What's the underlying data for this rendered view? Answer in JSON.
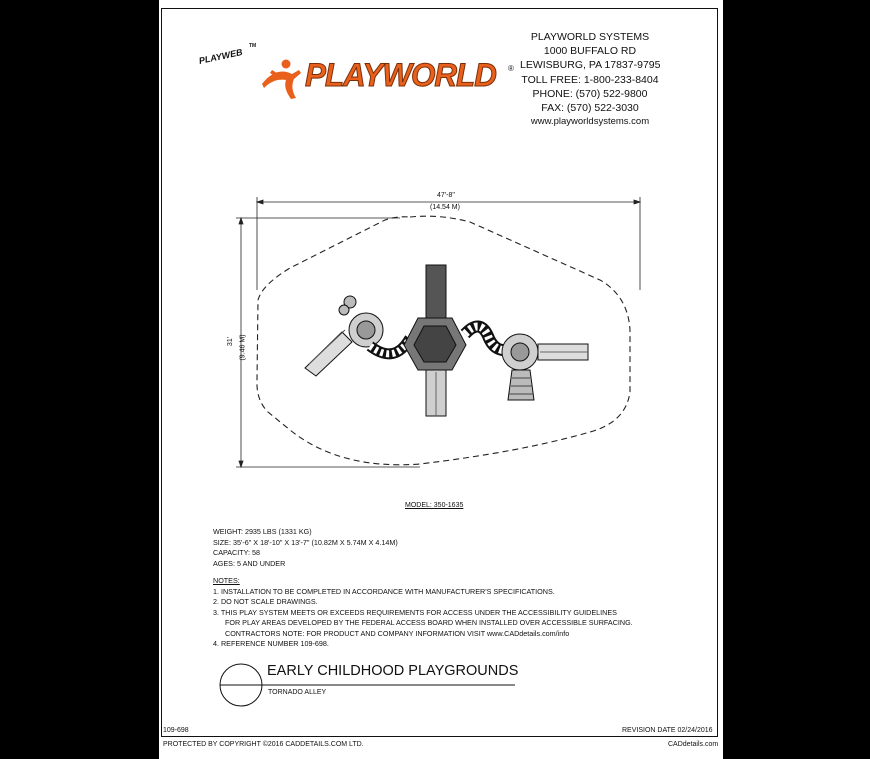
{
  "brand": {
    "playweb": "PLAYWEB",
    "tm": "TM",
    "name": "PLAYWORLD",
    "reg": "®",
    "color": "#e8601c"
  },
  "address": {
    "company": "PLAYWORLD SYSTEMS",
    "street": "1000 BUFFALO RD",
    "city": "LEWISBURG, PA 17837-9795",
    "toll_free": "TOLL FREE: 1-800-233-8404",
    "phone": "PHONE: (570) 522-9800",
    "fax": "FAX: (570) 522-3030",
    "web": "www.playworldsystems.com"
  },
  "plan": {
    "width_imperial": "47'-8\"",
    "width_metric": "(14.54 M)",
    "height_imperial": "31'",
    "height_metric": "(9.46 M)",
    "model": "MODEL: 350-1635"
  },
  "specs": {
    "weight": "WEIGHT: 2935 LBS (1331 KG)",
    "size": "SIZE: 35'-6\" X 18'-10\" X 13'-7\" (10.82M X 5.74M X 4.14M)",
    "capacity": "CAPACITY: 58",
    "ages": "AGES: 5 AND UNDER"
  },
  "notes": {
    "heading": "NOTES:",
    "n1": "1.  INSTALLATION TO BE COMPLETED IN ACCORDANCE WITH MANUFACTURER'S SPECIFICATIONS.",
    "n2": "2.  DO NOT SCALE DRAWINGS.",
    "n3a": "3.  THIS PLAY SYSTEM MEETS OR EXCEEDS REQUIREMENTS FOR ACCESS UNDER THE ACCESSIBILITY GUIDELINES",
    "n3b": "FOR PLAY AREAS DEVELOPED BY THE FEDERAL ACCESS BOARD WHEN INSTALLED OVER ACCESSIBLE SURFACING.",
    "n3c": "CONTRACTORS NOTE: FOR PRODUCT AND COMPANY INFORMATION VISIT www.CADdetails.com/info",
    "n4": "4.  REFERENCE NUMBER 109-698."
  },
  "title_block": {
    "title": "EARLY CHILDHOOD PLAYGROUNDS",
    "subtitle": "TORNADO ALLEY"
  },
  "footer": {
    "ref": "109-698",
    "revision": "REVISION DATE 02/24/2016",
    "copyright": "PROTECTED BY COPYRIGHT ©2016 CADDETAILS.COM LTD.",
    "site": "CADdetails.com"
  }
}
